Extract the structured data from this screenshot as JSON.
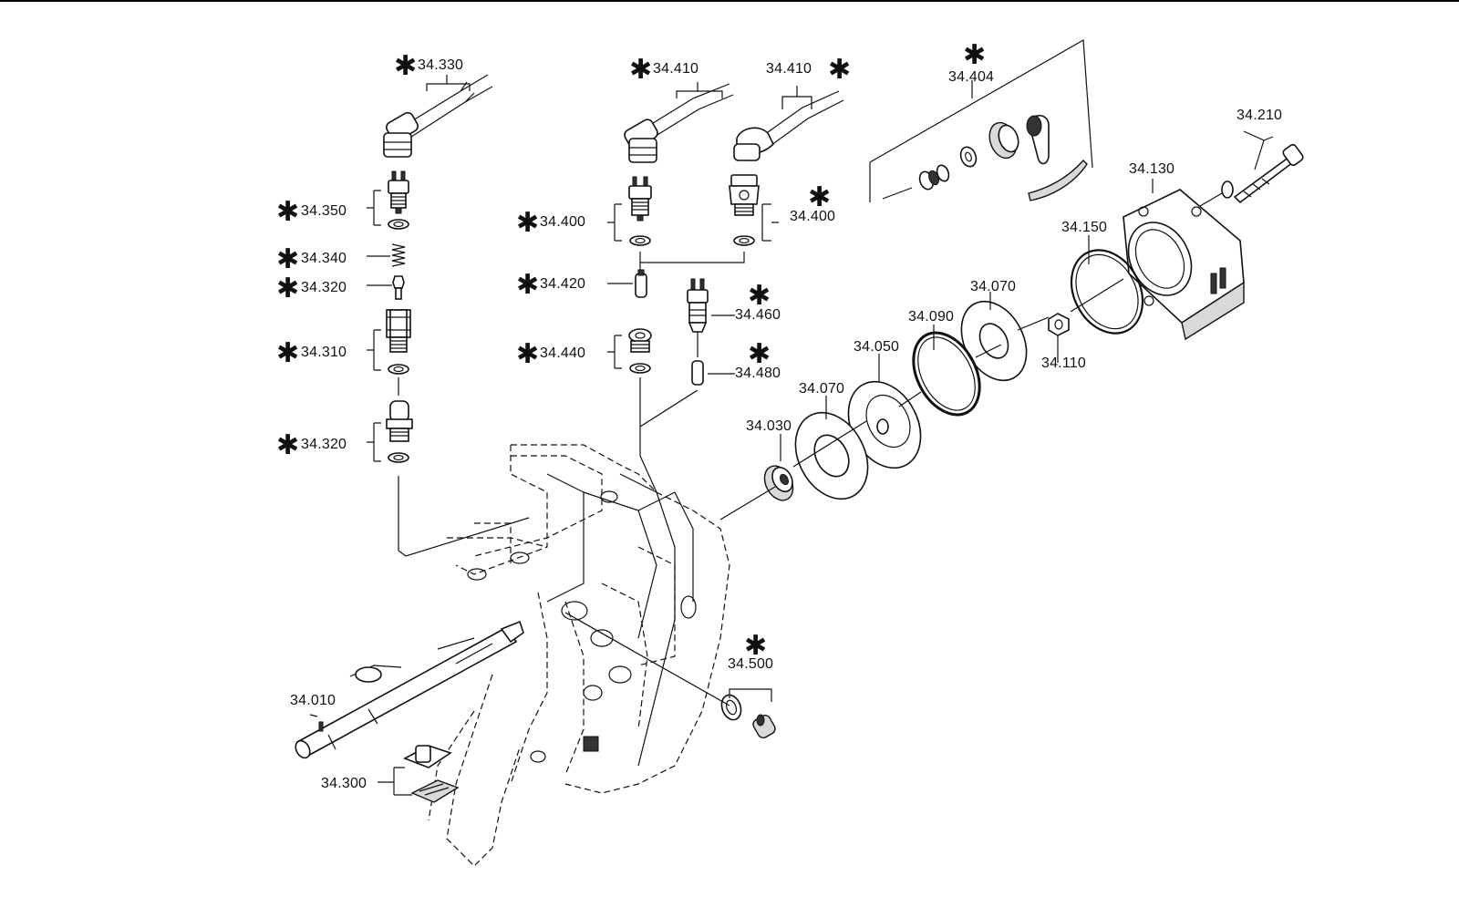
{
  "diagram": {
    "colors": {
      "ink": "#111111",
      "background": "#ffffff",
      "shade": "#d9d9d9"
    },
    "marker_symbol": "✱",
    "labels": {
      "p34_330": "34.330",
      "p34_350": "34.350",
      "p34_340": "34.340",
      "p34_320a": "34.320",
      "p34_310": "34.310",
      "p34_320b": "34.320",
      "p34_410a": "34.410",
      "p34_410b": "34.410",
      "p34_400a": "34.400",
      "p34_400b": "34.400",
      "p34_420": "34.420",
      "p34_460": "34.460",
      "p34_440": "34.440",
      "p34_480": "34.480",
      "p34_404": "34.404",
      "p34_210": "34.210",
      "p34_130": "34.130",
      "p34_150": "34.150",
      "p34_070a": "34.070",
      "p34_090": "34.090",
      "p34_050": "34.050",
      "p34_110": "34.110",
      "p34_070b": "34.070",
      "p34_030": "34.030",
      "p34_500": "34.500",
      "p34_010": "34.010",
      "p34_300": "34.300"
    }
  }
}
